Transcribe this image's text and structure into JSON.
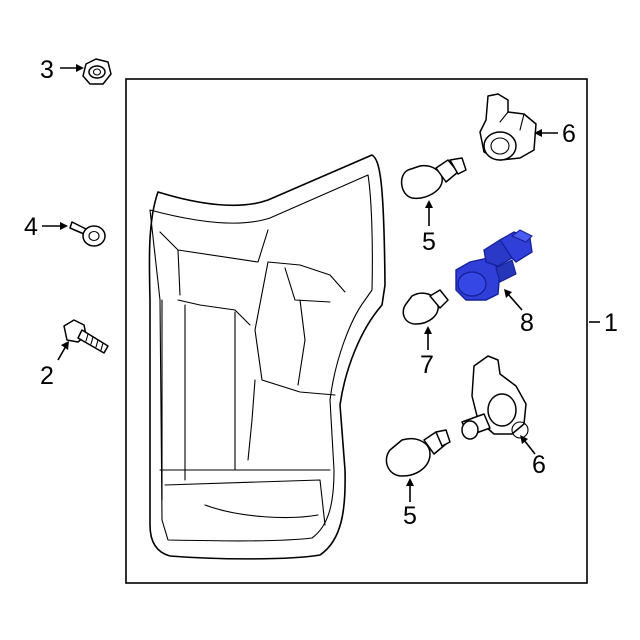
{
  "diagram": {
    "callouts": [
      {
        "id": "c3",
        "label": "3"
      },
      {
        "id": "c4",
        "label": "4"
      },
      {
        "id": "c2",
        "label": "2"
      },
      {
        "id": "c5a",
        "label": "5"
      },
      {
        "id": "c6a",
        "label": "6"
      },
      {
        "id": "c8",
        "label": "8"
      },
      {
        "id": "c1",
        "label": "1"
      },
      {
        "id": "c7",
        "label": "7"
      },
      {
        "id": "c6b",
        "label": "6"
      },
      {
        "id": "c5b",
        "label": "5"
      }
    ],
    "colors": {
      "line": "#000000",
      "highlight_fill": "#2f3fd8",
      "highlight_dark": "#16209a",
      "background": "#ffffff"
    }
  }
}
